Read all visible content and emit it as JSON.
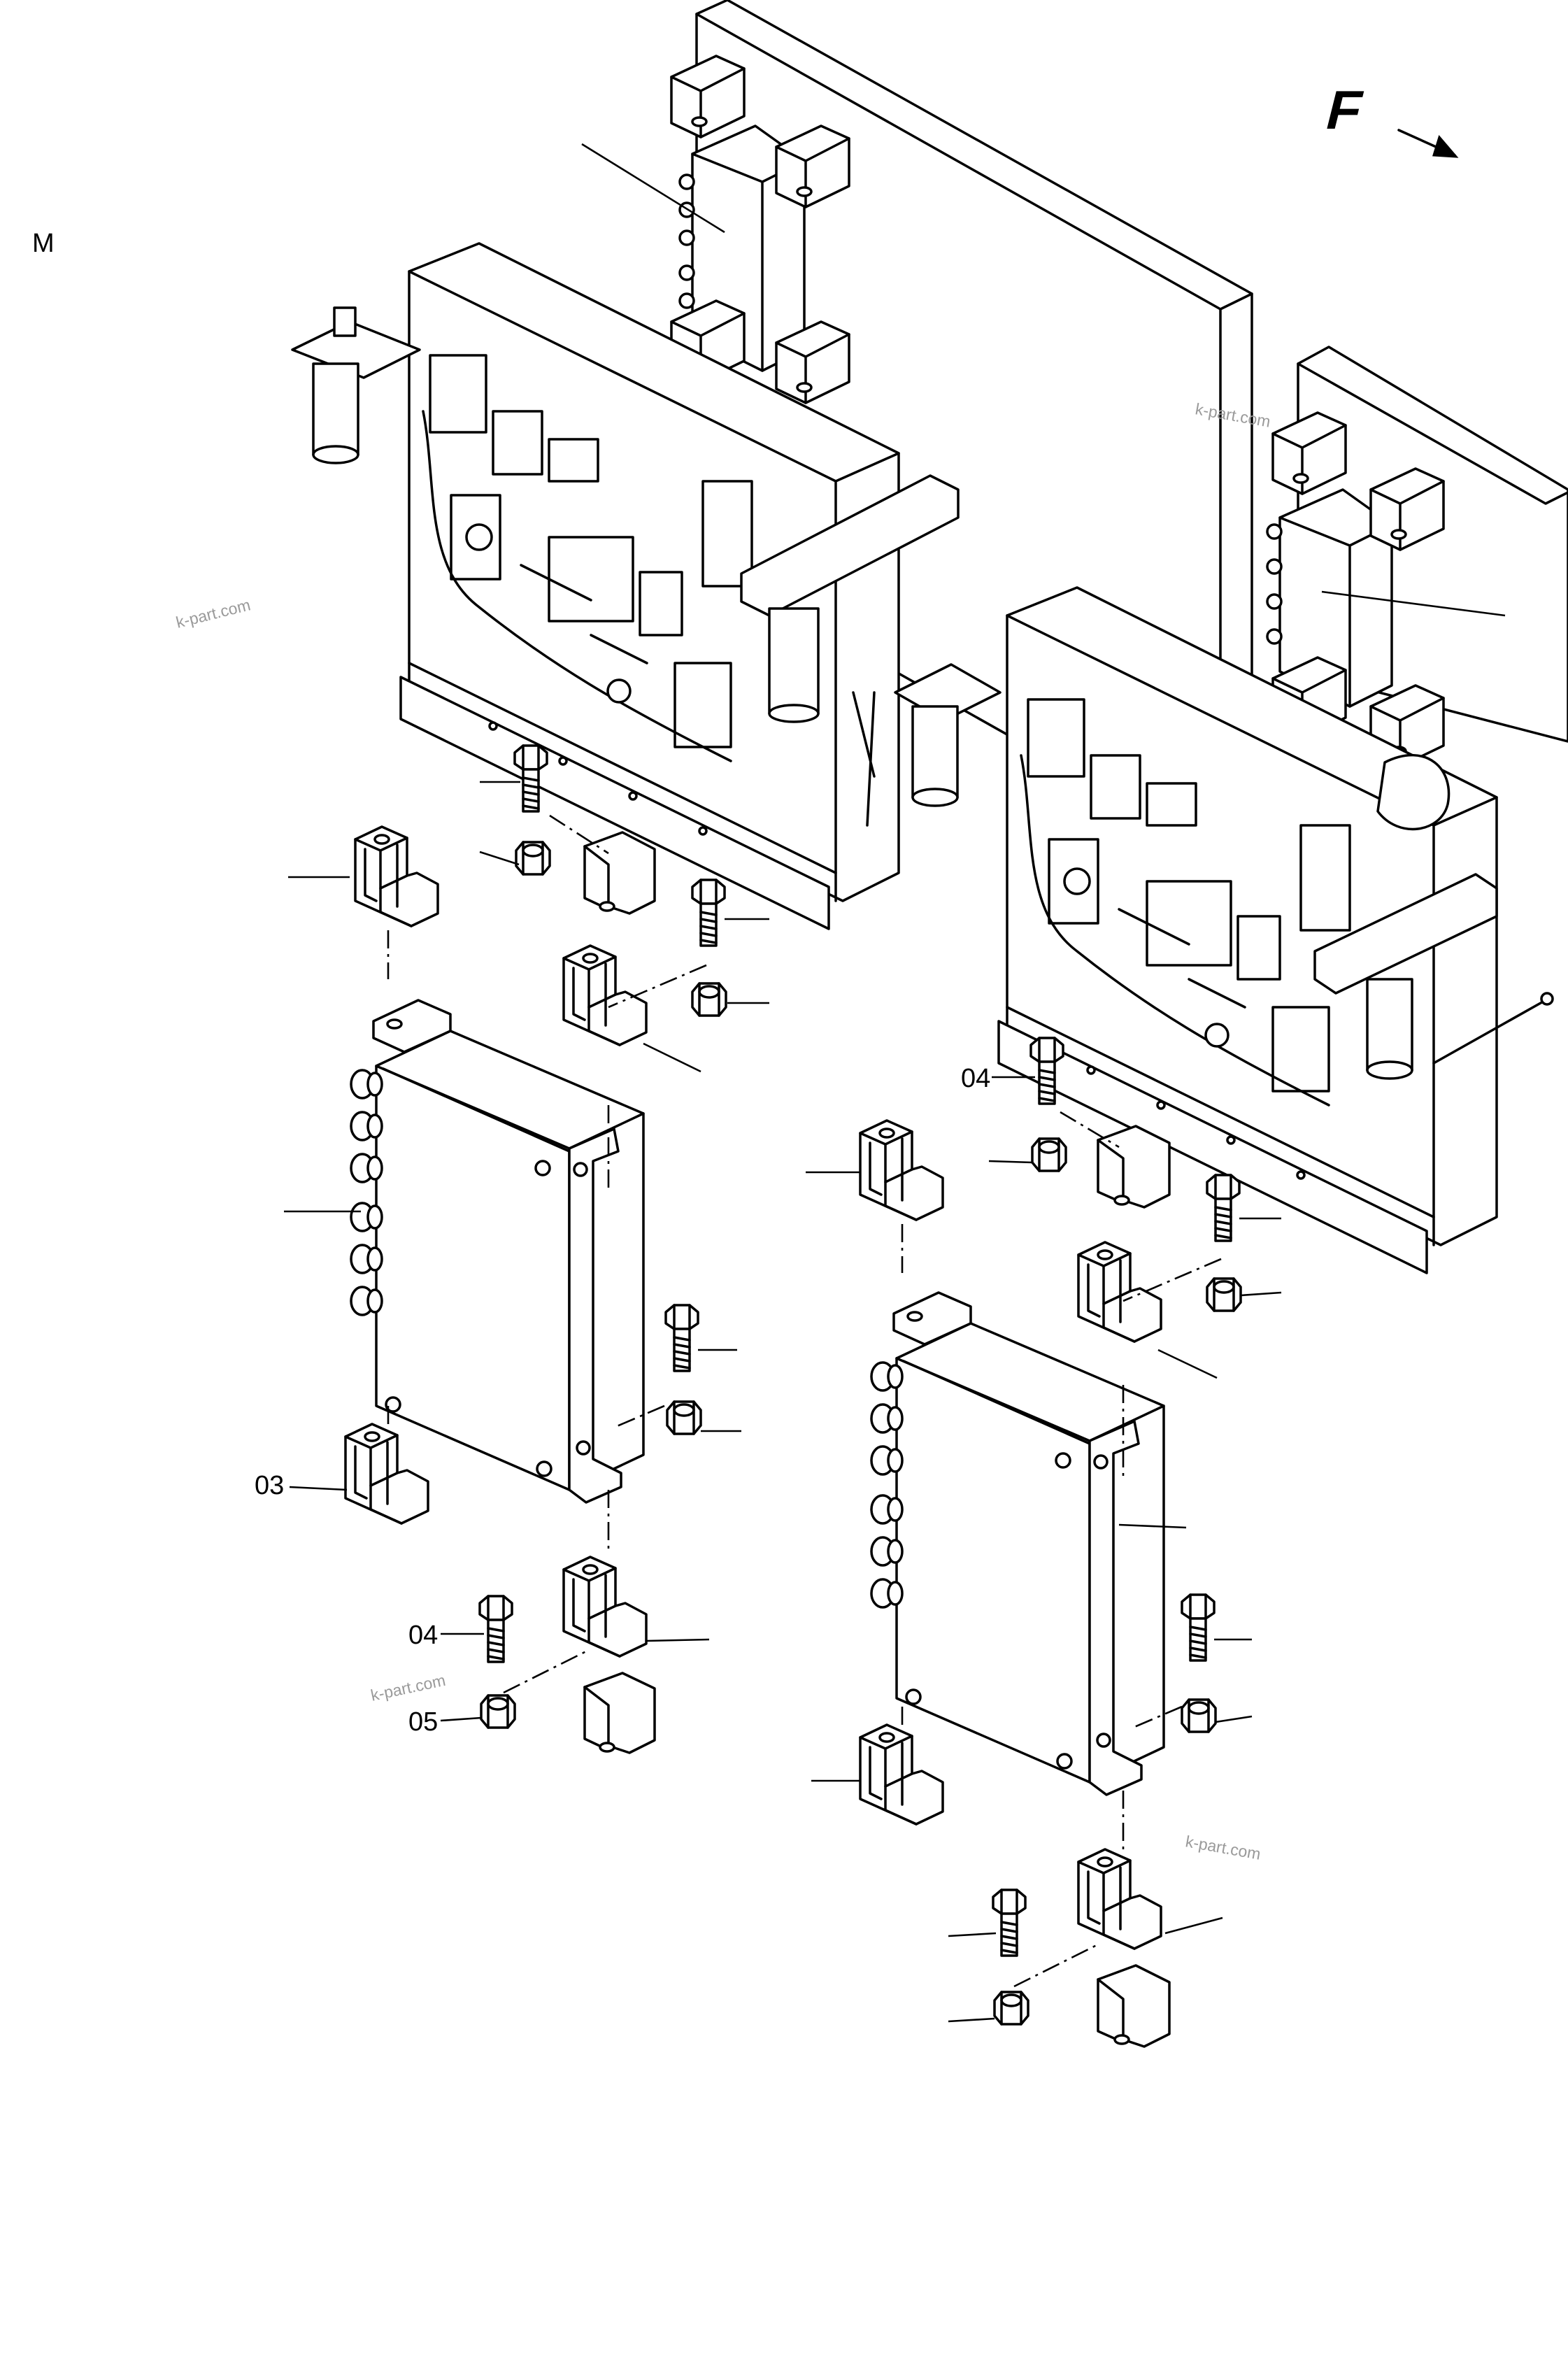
{
  "diagram": {
    "section_letter": "M",
    "direction_marker": "F",
    "callouts": {
      "bracket_lower": "03",
      "bolt_upper": "04",
      "bolt_lower": "04",
      "nut_lower": "05"
    },
    "watermark": "k-part.com"
  }
}
